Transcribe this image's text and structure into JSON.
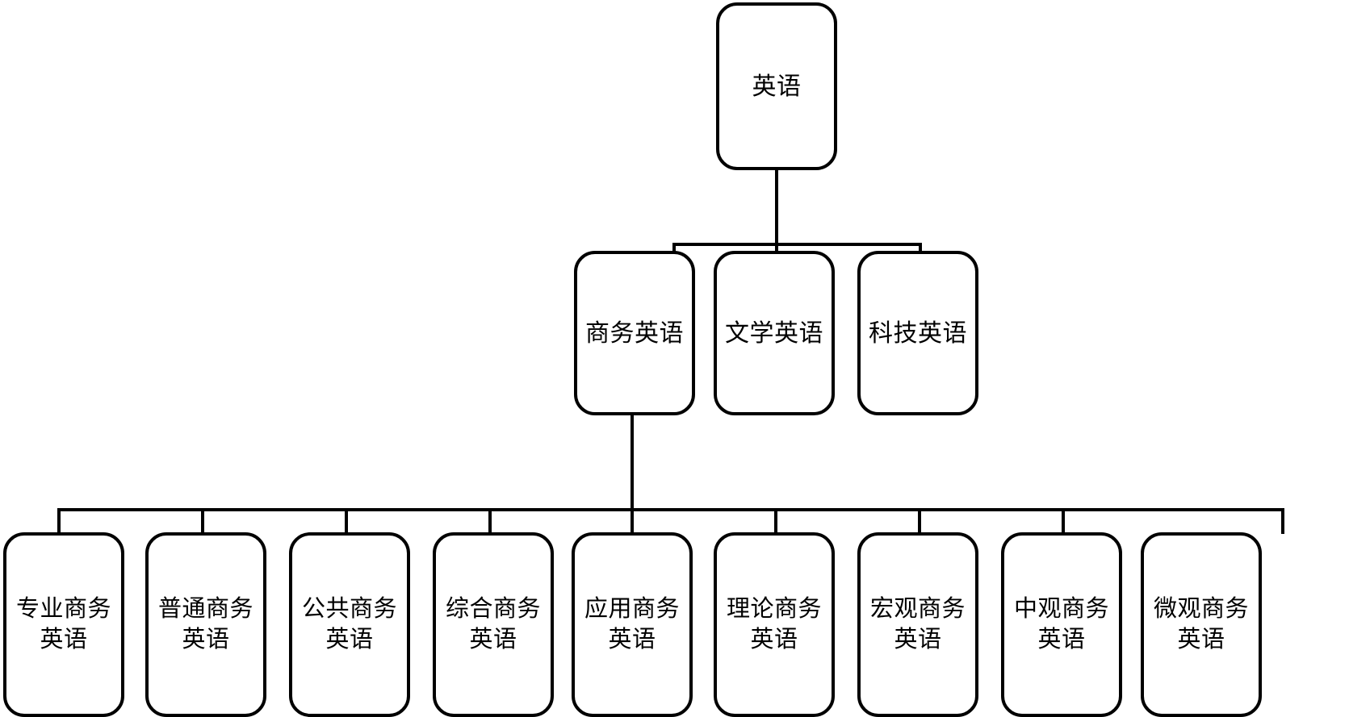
{
  "diagram": {
    "type": "tree",
    "title": "英语",
    "orientation": "top-down",
    "colors": {
      "background": "#ffffff",
      "node_fill": "#ffffff",
      "node_stroke": "#000000",
      "edge": "#000000",
      "text": "#000000"
    },
    "levels": [
      {
        "level": 0,
        "nodes": [
          {
            "id": "n0",
            "label": "英语"
          }
        ]
      },
      {
        "level": 1,
        "nodes": [
          {
            "id": "n1",
            "label": "商务英语"
          },
          {
            "id": "n2",
            "label": "文学英语"
          },
          {
            "id": "n3",
            "label": "科技英语"
          }
        ]
      },
      {
        "level": 2,
        "nodes": [
          {
            "id": "n4",
            "label": "专业商务\n英语"
          },
          {
            "id": "n5",
            "label": "普通商务\n英语"
          },
          {
            "id": "n6",
            "label": "公共商务\n英语"
          },
          {
            "id": "n7",
            "label": "综合商务\n英语"
          },
          {
            "id": "n8",
            "label": "应用商务\n英语"
          },
          {
            "id": "n9",
            "label": "理论商务\n英语"
          },
          {
            "id": "n10",
            "label": "宏观商务\n英语"
          },
          {
            "id": "n11",
            "label": "中观商务\n英语"
          },
          {
            "id": "n12",
            "label": "微观商务\n英语"
          }
        ]
      }
    ],
    "edges": [
      {
        "from": "n0",
        "to": "n1"
      },
      {
        "from": "n0",
        "to": "n2"
      },
      {
        "from": "n0",
        "to": "n3"
      },
      {
        "from": "n1",
        "to": "n4"
      },
      {
        "from": "n1",
        "to": "n5"
      },
      {
        "from": "n1",
        "to": "n6"
      },
      {
        "from": "n1",
        "to": "n7"
      },
      {
        "from": "n1",
        "to": "n8"
      },
      {
        "from": "n1",
        "to": "n9"
      },
      {
        "from": "n1",
        "to": "n10"
      },
      {
        "from": "n1",
        "to": "n11"
      },
      {
        "from": "n1",
        "to": "n12"
      }
    ]
  }
}
